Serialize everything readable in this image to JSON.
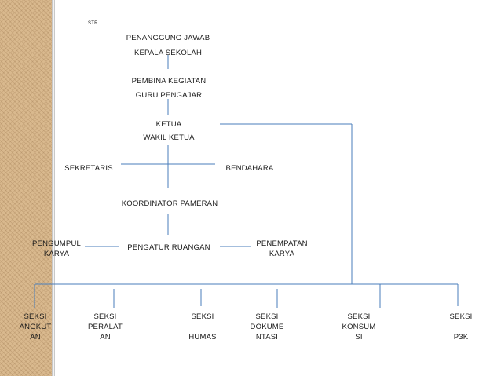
{
  "corner_label": "STR",
  "roles": {
    "penanggung_jawab": "PENANGGUNG JAWAB",
    "kepala_sekolah": "KEPALA SEKOLAH",
    "pembina_kegiatan": "PEMBINA KEGIATAN",
    "guru_pengajar": "GURU PENGAJAR",
    "ketua": "KETUA",
    "wakil_ketua": "WAKIL KETUA",
    "sekretaris": "SEKRETARIS",
    "bendahara": "BENDAHARA",
    "koordinator_pameran": "KOORDINATOR PAMERAN",
    "pengumpul_karya": "PENGUMPUL\nKARYA",
    "pengatur_ruangan": "PENGATUR RUANGAN",
    "penempatan_karya": "PENEMPATAN\nKARYA"
  },
  "sections": [
    {
      "label": "SEKSI\nANGKUT\nAN"
    },
    {
      "label": "SEKSI\nPERALAT\nAN"
    },
    {
      "label": "SEKSI\n\nHUMAS"
    },
    {
      "label": "SEKSI\nDOKUME\nNTASI"
    },
    {
      "label": "SEKSI\nKONSUM\nSI"
    },
    {
      "label": "SEKSI\n\nP3K"
    }
  ],
  "colors": {
    "connector": "#4a7ebb",
    "side_band": "#d9b98e"
  }
}
